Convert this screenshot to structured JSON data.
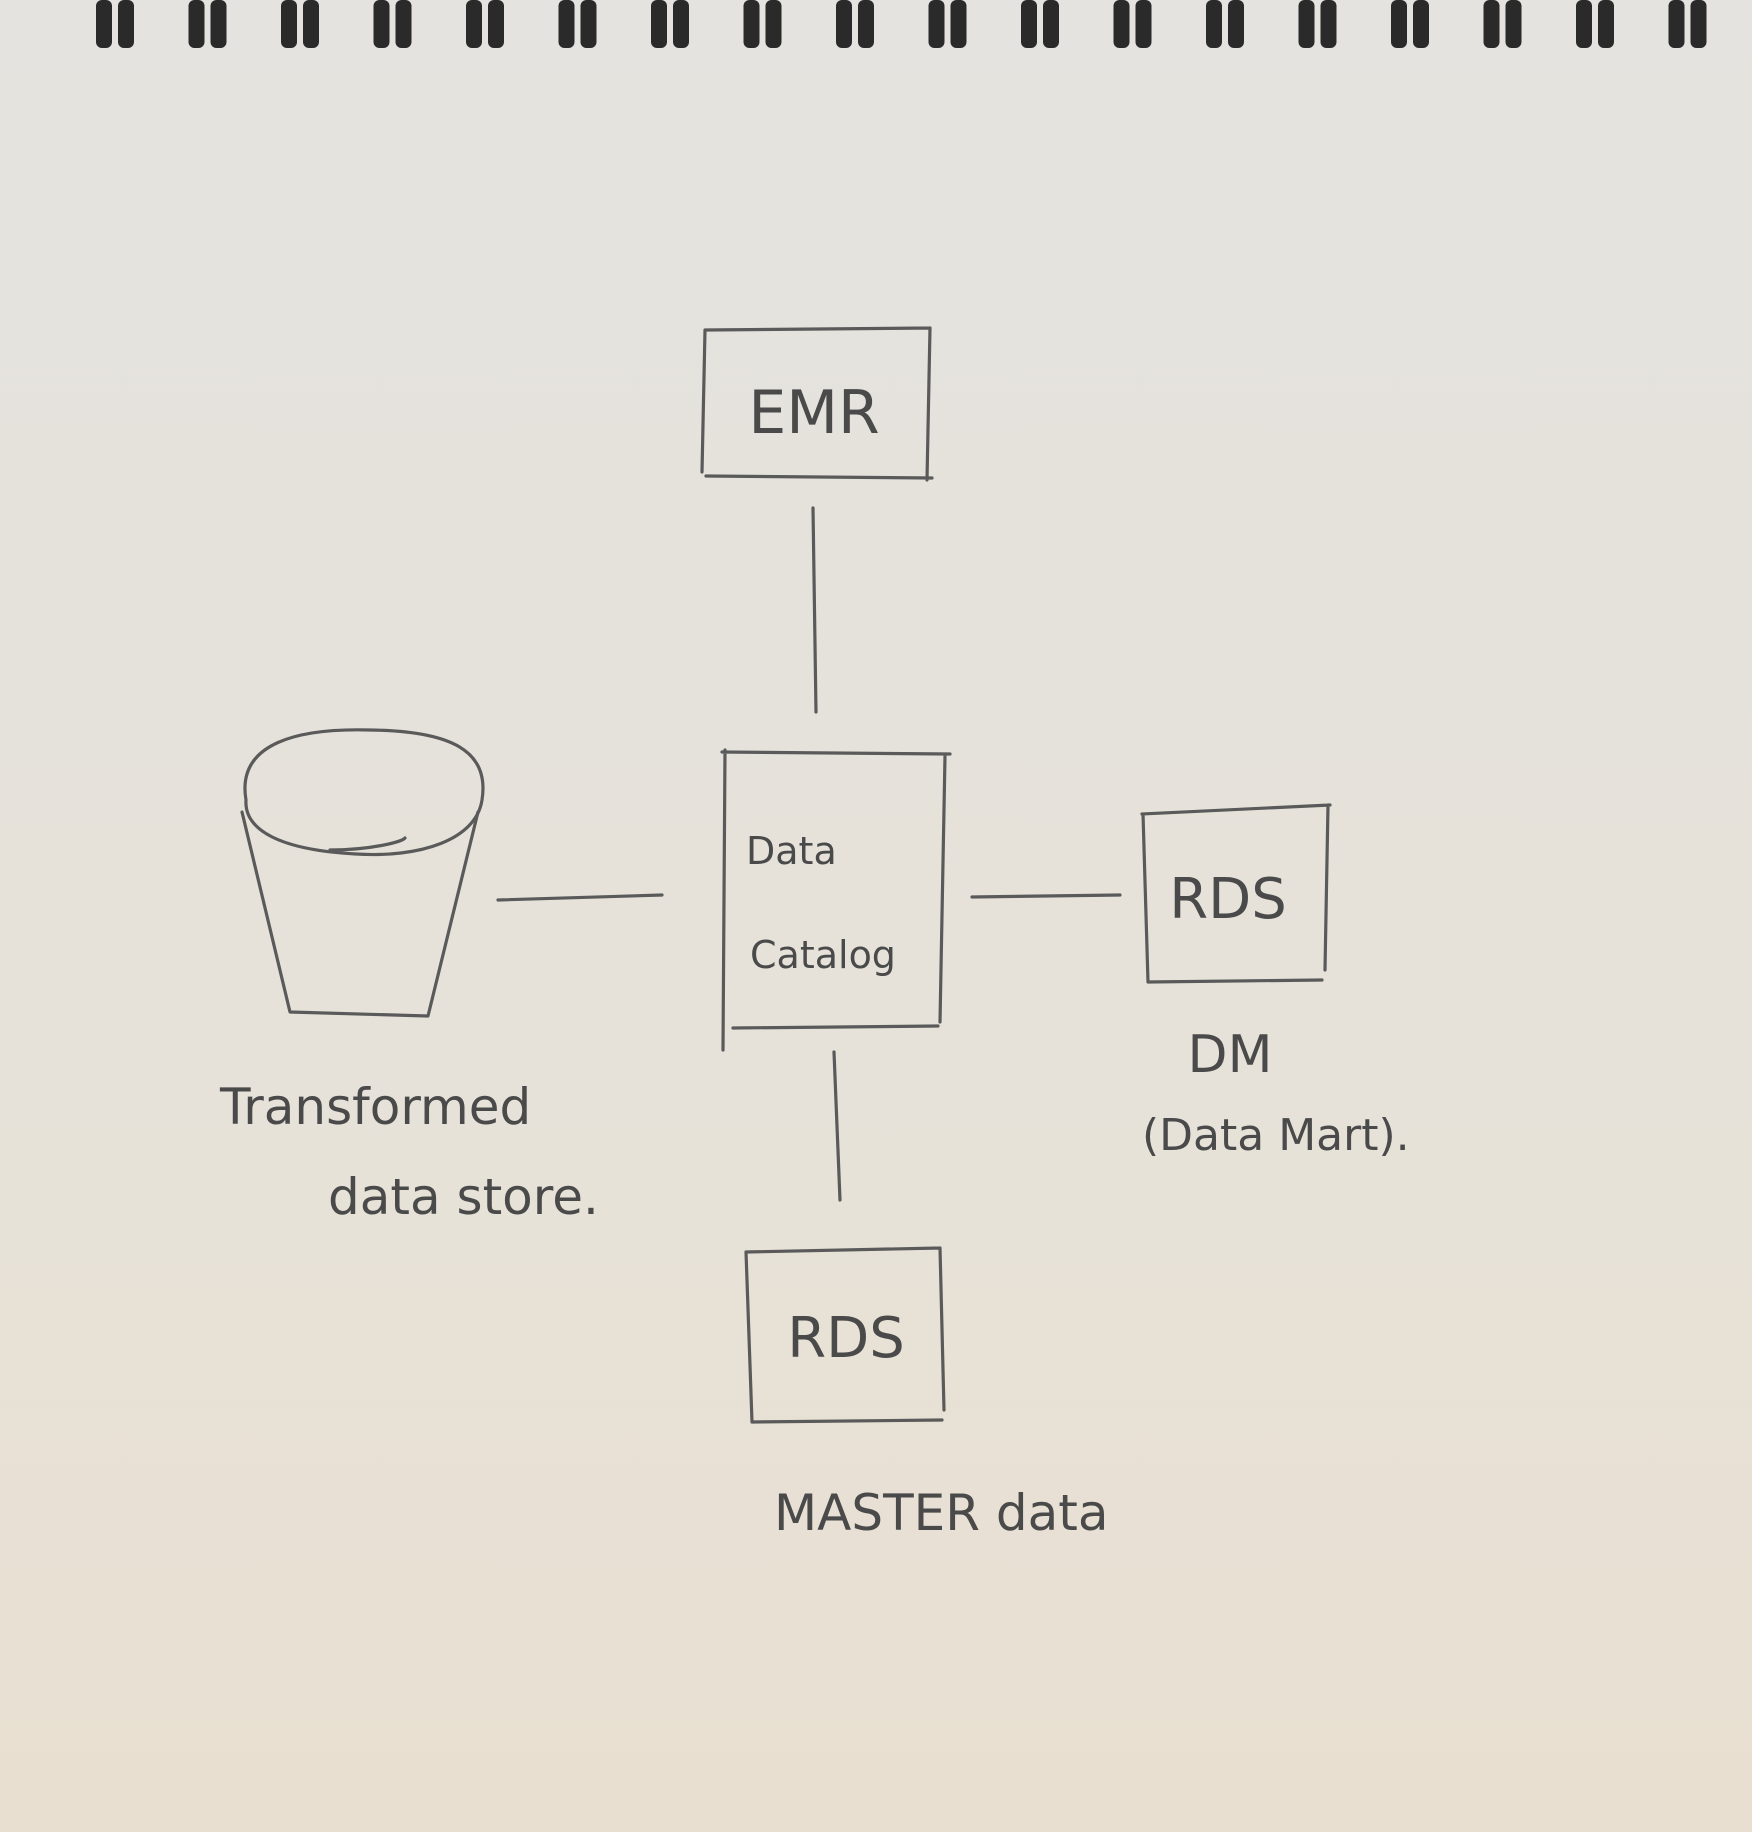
{
  "diagram": {
    "nodes": {
      "emr": {
        "label": "EMR"
      },
      "catalog": {
        "label_line1": "Data",
        "label_line2": "Catalog"
      },
      "rds_right": {
        "label": "RDS",
        "caption_line1": "DM",
        "caption_line2": "(Data Mart)."
      },
      "rds_bottom": {
        "label": "RDS",
        "caption": "MASTER data"
      },
      "store": {
        "caption_line1": "Transformed",
        "caption_line2": "data store."
      }
    },
    "edges": [
      {
        "from": "emr",
        "to": "catalog"
      },
      {
        "from": "store",
        "to": "catalog"
      },
      {
        "from": "catalog",
        "to": "rds_right"
      },
      {
        "from": "catalog",
        "to": "rds_bottom"
      }
    ]
  },
  "colors": {
    "paper": "#e4e2dc",
    "ink": "#4a4a4a",
    "spiral": "#2a2a2a"
  }
}
